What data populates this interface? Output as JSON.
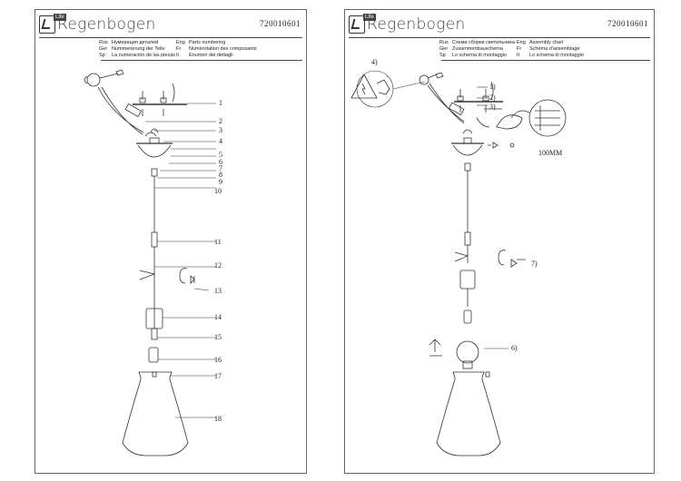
{
  "left": {
    "brand_badge": "Life",
    "brand_name": "Regenbogen",
    "code": "720010601",
    "legend": [
      [
        "Rus",
        "Нумерация деталей",
        "Eng",
        "Parts numbering"
      ],
      [
        "Ger",
        "Nummerierung der Teile",
        "Fr",
        "Numérotation des composants"
      ],
      [
        "Sp",
        "La numeración de las piezas",
        "It",
        "Enumeri dei dettagli"
      ]
    ],
    "callouts": [
      "1",
      "2",
      "3",
      "4",
      "5",
      "6",
      "7",
      "8",
      "9",
      "10",
      "11",
      "12",
      "13",
      "14",
      "15",
      "16",
      "17",
      "18"
    ]
  },
  "right": {
    "brand_badge": "Life",
    "brand_name": "Regenbogen",
    "code": "720010601",
    "legend": [
      [
        "Rus",
        "Схема сборки светильника",
        "Eng",
        "Assembly chart"
      ],
      [
        "Ger",
        "Zusammenbauschema",
        "Fr",
        "Schéma d'assemblage"
      ],
      [
        "Sp",
        "Lo schema di montaggio",
        "It",
        "Lo schema di montaggio"
      ]
    ],
    "steps": [
      "1)",
      "2)",
      "3)",
      "4)",
      "6)",
      "7)"
    ],
    "detail_label": "100MM"
  }
}
